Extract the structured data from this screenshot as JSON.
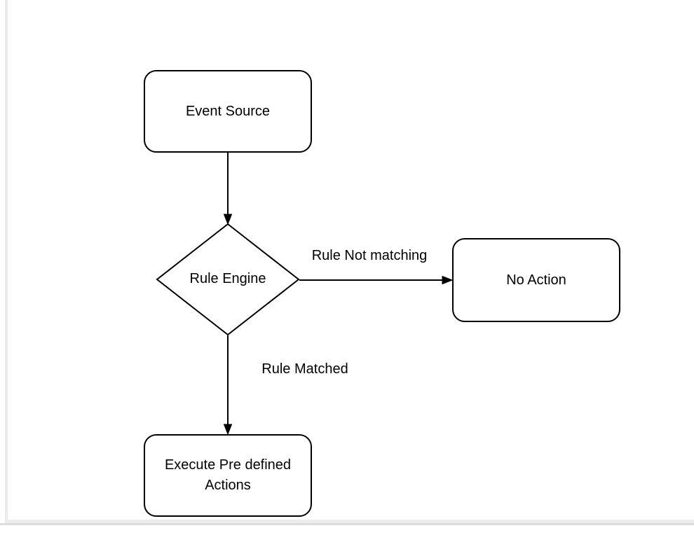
{
  "diagram": {
    "nodes": {
      "event_source": {
        "label": "Event Source",
        "shape": "rounded-rectangle"
      },
      "rule_engine": {
        "label": "Rule Engine",
        "shape": "diamond"
      },
      "no_action": {
        "label": "No Action",
        "shape": "rounded-rectangle"
      },
      "execute_actions": {
        "label": "Execute Pre defined Actions",
        "shape": "rounded-rectangle"
      }
    },
    "edges": [
      {
        "from": "Event Source",
        "to": "Rule Engine",
        "label": ""
      },
      {
        "from": "Rule Engine",
        "to": "No Action",
        "label": "Rule Not matching"
      },
      {
        "from": "Rule Engine",
        "to": "Execute Pre defined Actions",
        "label": "Rule Matched"
      }
    ]
  },
  "colors": {
    "canvas_background": "#ffffff",
    "shape_fill": "#ffffff",
    "shape_stroke": "#000000",
    "text": "#000000",
    "page_edge_light": "#ececec",
    "page_edge_dark": "#dcdcdc"
  }
}
